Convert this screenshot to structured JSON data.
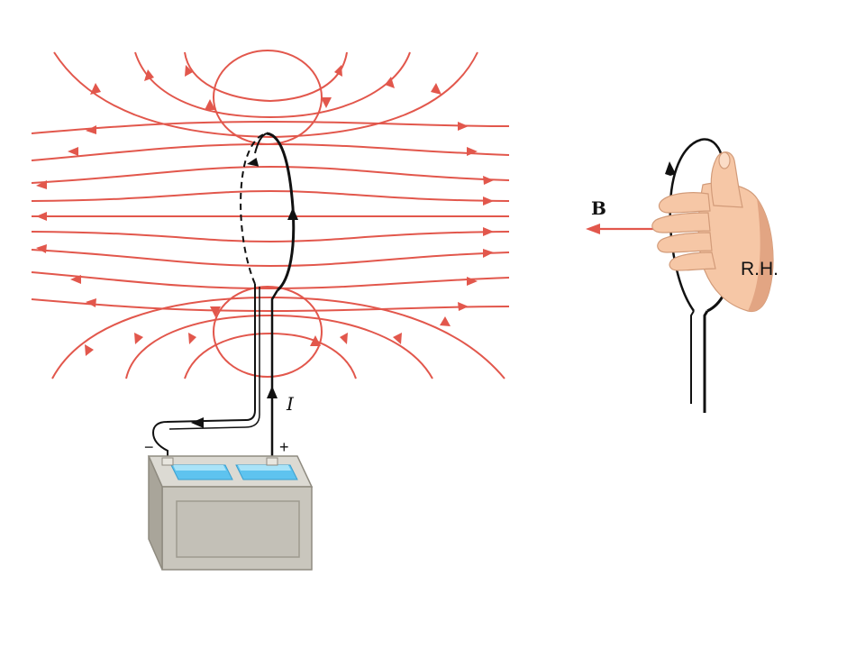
{
  "labels": {
    "current": "I",
    "field": "B",
    "right_hand": "R.H.",
    "terminal_negative": "−",
    "terminal_positive": "+"
  },
  "colors": {
    "field_line": "#e2574c",
    "wire": "#111111",
    "battery_body": "#c9c6bd",
    "battery_shade": "#a9a59a",
    "battery_top": "#dcdad3",
    "battery_blue": "#5ec3ef",
    "battery_blue_light": "#a9e3f8",
    "skin": "#f6c7a6",
    "skin_shade": "#e2a583"
  }
}
